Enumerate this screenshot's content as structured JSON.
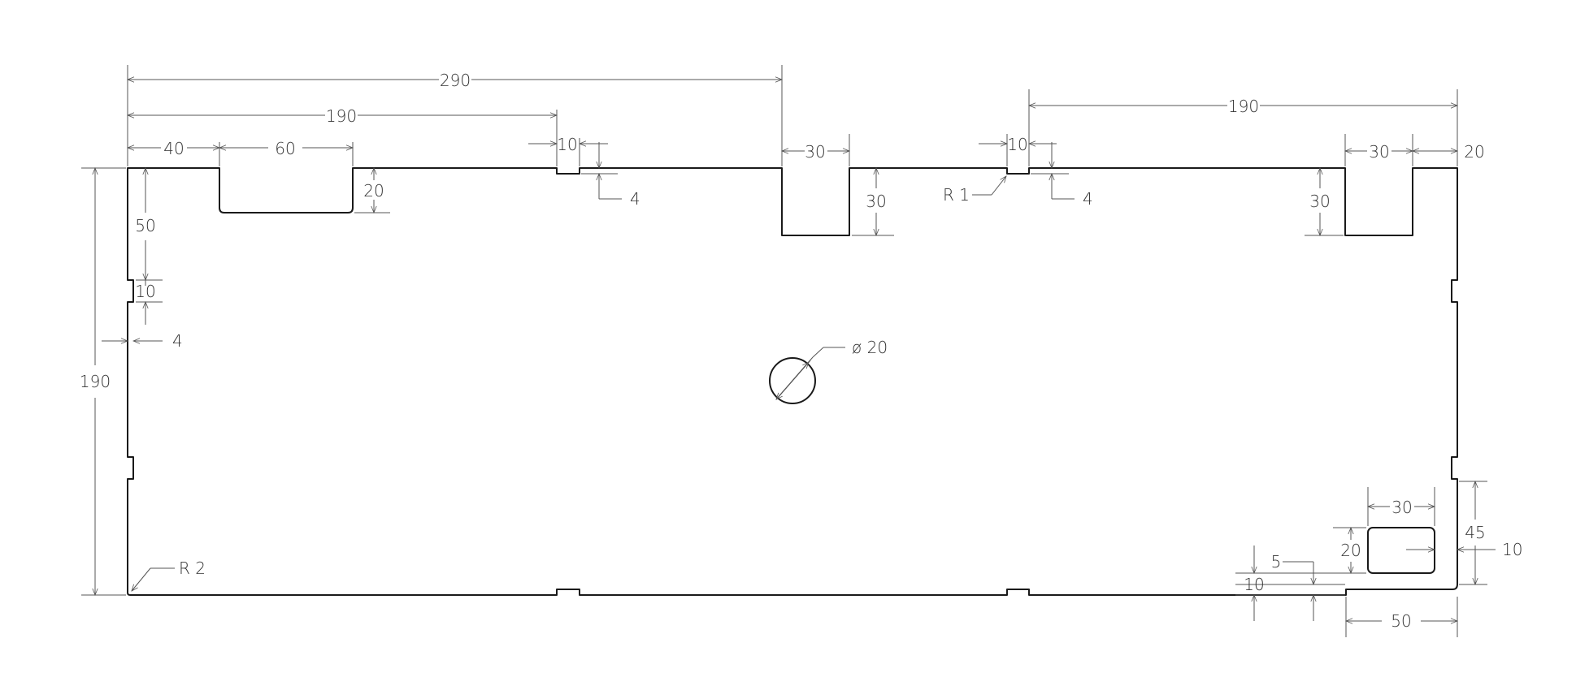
{
  "drawing": {
    "dims": {
      "top_overall": "290",
      "top_left_190": "190",
      "top_right_190": "190",
      "seg_40": "40",
      "seg_60": "60",
      "notch_top_a": "10",
      "notch_top_b": "10",
      "slot_a_width": "30",
      "slot_b_width": "30",
      "right_edge_20": "20",
      "notch_depth_a": "4",
      "notch_depth_b": "4",
      "pocket_depth_20": "20",
      "slot_a_depth": "30",
      "slot_b_depth": "30",
      "radius_1": "R 1",
      "left_50": "50",
      "left_10": "10",
      "left_4": "4",
      "left_190": "190",
      "hole_dia": "ø 20",
      "radius_2": "R 2",
      "rect_30": "30",
      "rect_20": "20",
      "right_45": "45",
      "right_10": "10",
      "bottom_5": "5",
      "bottom_10": "10",
      "bottom_50": "50"
    }
  },
  "colors": {
    "line": "#1a1a1a",
    "dim": "#555555"
  }
}
